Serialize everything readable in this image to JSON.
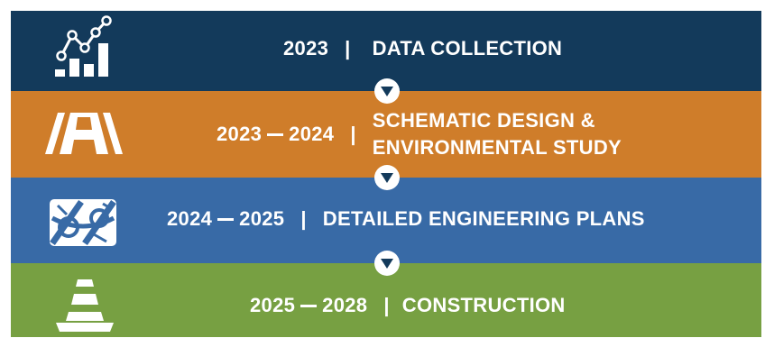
{
  "phases": [
    {
      "years": "2023",
      "title": "DATA COLLECTION",
      "icon": "chart-icon",
      "color": "#133a5b"
    },
    {
      "year_start": "2023",
      "year_end": "2024",
      "title_line1": "SCHEMATIC DESIGN &",
      "title_line2": "ENVIRONMENTAL STUDY",
      "icon": "road-icon",
      "color": "#cf7d2a"
    },
    {
      "year_start": "2024",
      "year_end": "2025",
      "title": "DETAILED ENGINEERING PLANS",
      "icon": "interchange-map-icon",
      "color": "#386aa6"
    },
    {
      "year_start": "2025",
      "year_end": "2028",
      "title": "CONSTRUCTION",
      "icon": "traffic-cone-icon",
      "color": "#77a042"
    }
  ],
  "separator": "|"
}
